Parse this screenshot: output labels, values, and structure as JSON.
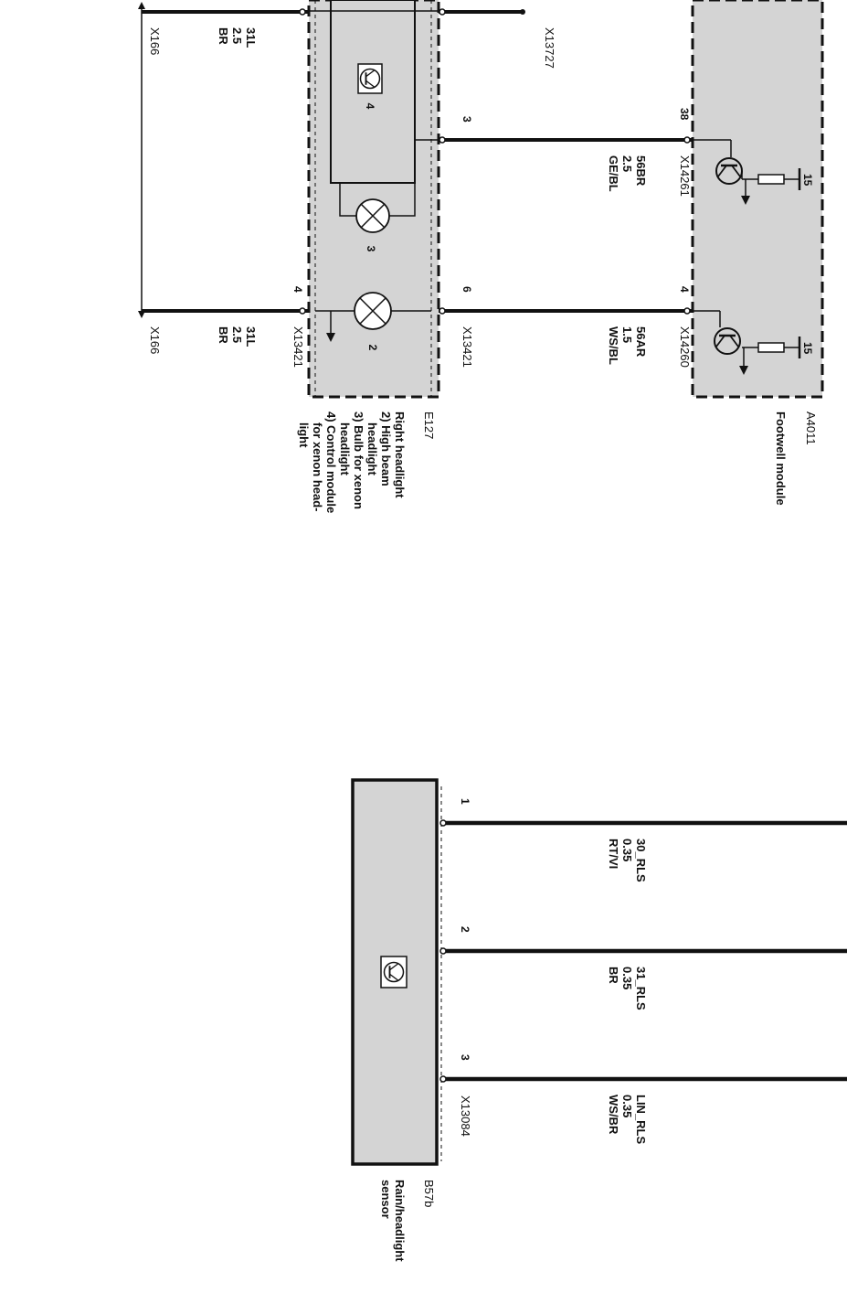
{
  "components": {
    "e127": {
      "id": "E127",
      "lines": [
        "Right headlight",
        "2) High beam",
        "headlight",
        "3) Bulb for xenon",
        "headlight",
        "4) Control module",
        "for xenon head-",
        "light"
      ],
      "parts": [
        "2",
        "3",
        "4"
      ]
    },
    "a4011": {
      "id": "A4011",
      "name": "Footwell module"
    },
    "b57b": {
      "id": "B57b",
      "lines": [
        "Rain/headlight",
        "sensor"
      ]
    }
  },
  "connectors": {
    "x166_a": "X166",
    "x166_b": "X166",
    "x13421_left": "X13421",
    "x13421_right": "X13421",
    "x13727": "X13727",
    "x14261": "X14261",
    "x14260": "X14260",
    "x13084": "X13084"
  },
  "pins": {
    "e127_left_4": "4",
    "e127_right_3": "3",
    "e127_right_6": "6",
    "a4011_38": "38",
    "a4011_4": "4",
    "b57b_1": "1",
    "b57b_2": "2",
    "b57b_3": "3",
    "a4011_15a": "15",
    "a4011_15b": "15"
  },
  "wires": {
    "w1": [
      "31L",
      "2.5",
      "BR"
    ],
    "w2": [
      "31L",
      "2.5",
      "BR"
    ],
    "w3": [
      "56BR",
      "2.5",
      "GE/BL"
    ],
    "w4": [
      "56AR",
      "1.5",
      "WS/BL"
    ],
    "w5": [
      "30_RLS",
      "0.35",
      "RT/VI"
    ],
    "w6": [
      "31_RLS",
      "0.35",
      "BR"
    ],
    "w7": [
      "LIN_RLS",
      "0.35",
      "WS/BR"
    ]
  },
  "colors": {
    "module_fill": "#d4d4d4",
    "wire": "#111111",
    "background": "#ffffff"
  }
}
